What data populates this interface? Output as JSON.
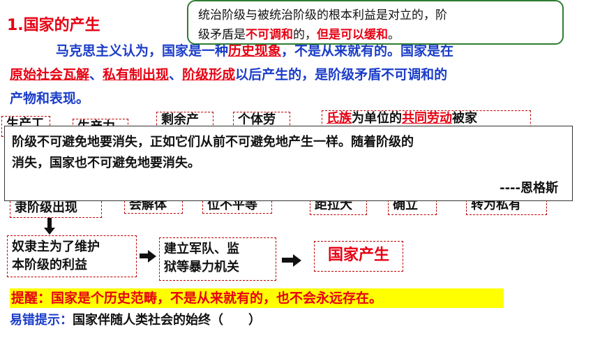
{
  "section_title": "1.国家的产生",
  "callout": {
    "line1": "统治阶级与被统治阶级的根本利益是对立的，阶",
    "line2_pre": "级矛盾是",
    "line2_red1": "不可调和",
    "line2_mid": "的，",
    "line2_red2": "但是可以缓和",
    "line2_end": "。"
  },
  "paragraph": {
    "p1": "马克思主义认为，国家是一种",
    "p2": "历史现象",
    "p3": "，不是从来就有的。国家是在",
    "p4": "原始社会瓦解",
    "p5": "、",
    "p6": "私有制出现",
    "p7": "、",
    "p8": "阶级形成",
    "p9": "以后产生的，是阶级矛盾不可调和的",
    "p10": "产物和表现。"
  },
  "chain_top": {
    "b1": "生产工",
    "b2": "生产力",
    "b3": "剩余产",
    "b4": "个体劳",
    "b5_red1": "氏族",
    "b5_mid": "为单位的",
    "b5_red2": "共同劳动",
    "b5_end": "被家"
  },
  "chain_bottom": {
    "c1": "隶阶级出现",
    "c2": "会解体",
    "c3": "位不平等",
    "c4": "距拉大",
    "c5": "确立",
    "c6": "转为私有"
  },
  "quote": {
    "line1": "阶级不可避免地要消失，正如它们从前不可避免地产生一样。随着阶级的",
    "line2": "消失，国家也不可避免地要消失。",
    "author": "----恩格斯"
  },
  "flow": {
    "step1_line1": "奴隶主为了维护",
    "step1_line2": "本阶级的利益",
    "step2_line1": "建立军队、监",
    "step2_line2": "狱等暴力机关",
    "result": "国家产生"
  },
  "reminder": "提醒：国家是个历史范畴，不是从来就有的，也不会永远存在。",
  "tip": {
    "label": "易错提示：",
    "text": "国家伴随人类社会的始终（　　）"
  }
}
